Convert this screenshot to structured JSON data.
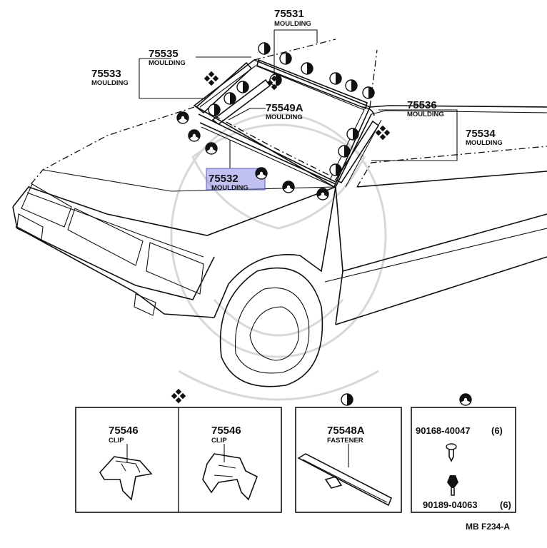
{
  "callouts": [
    {
      "part": "75531",
      "caption": "MOULDING"
    },
    {
      "part": "75535",
      "caption": "MOULDING"
    },
    {
      "part": "75533",
      "caption": "MOULDING"
    },
    {
      "part": "75549A",
      "caption": "MOULDING"
    },
    {
      "part": "75536",
      "caption": "MOULDING"
    },
    {
      "part": "75534",
      "caption": "MOULDING"
    },
    {
      "part": "75532",
      "caption": "MOULDING",
      "highlighted": true,
      "highlight_color": "#8d8de6"
    }
  ],
  "legend_symbols": [
    "diamond-cluster-icon",
    "half-circle-icon",
    "tri-circle-icon"
  ],
  "detail_boxes": [
    {
      "symbol": "diamond-cluster-icon",
      "items": [
        {
          "part": "75546",
          "caption": "CLIP"
        },
        {
          "part": "75546",
          "caption": "CLIP"
        }
      ]
    },
    {
      "symbol": "half-circle-icon",
      "items": [
        {
          "part": "75548A",
          "caption": "FASTENER"
        }
      ]
    },
    {
      "symbol": "tri-circle-icon",
      "items": [
        {
          "part": "90168-40047",
          "qty": "(6)"
        },
        {
          "part": "90189-04063",
          "qty": "(6)"
        }
      ]
    }
  ],
  "figure_ref": "MB F234-A"
}
